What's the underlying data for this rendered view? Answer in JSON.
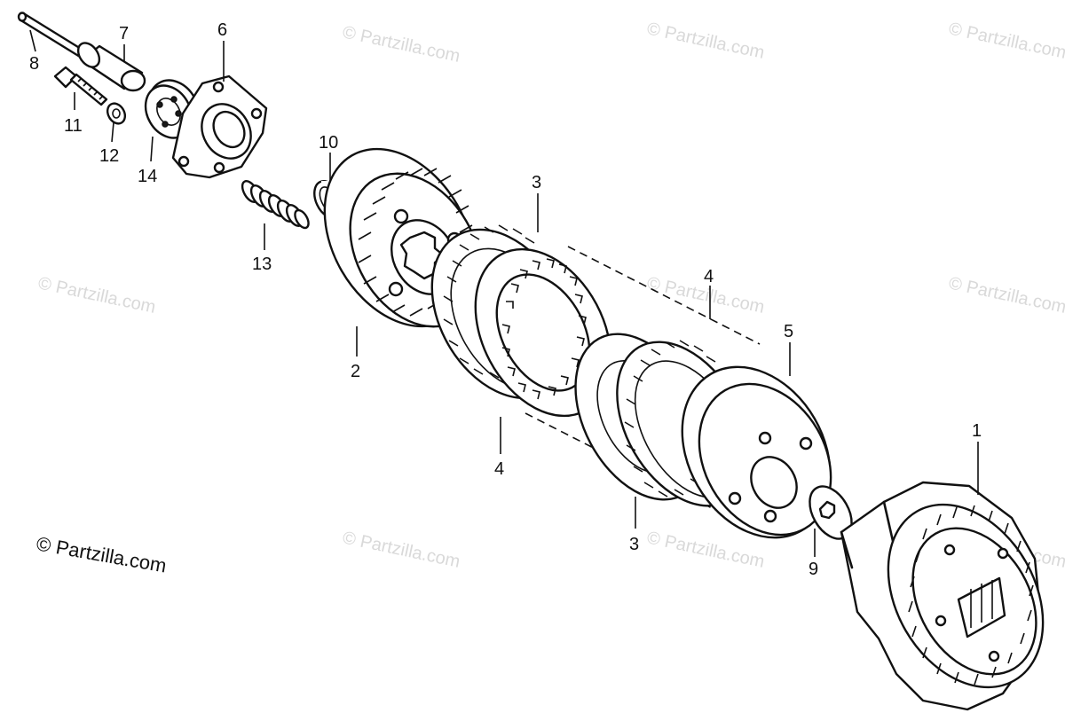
{
  "copyright": "© Partzilla.com",
  "watermark": "© Partzilla.com",
  "callouts": {
    "c1": "1",
    "c2": "2",
    "c3a": "3",
    "c3b": "3",
    "c4a": "4",
    "c4b": "4",
    "c5": "5",
    "c6": "6",
    "c7": "7",
    "c8": "8",
    "c9": "9",
    "c10": "10",
    "c11": "11",
    "c12": "12",
    "c13": "13",
    "c14": "14"
  },
  "colors": {
    "ink": "#111111",
    "watermark": "#d9d9d9",
    "background": "#ffffff"
  }
}
